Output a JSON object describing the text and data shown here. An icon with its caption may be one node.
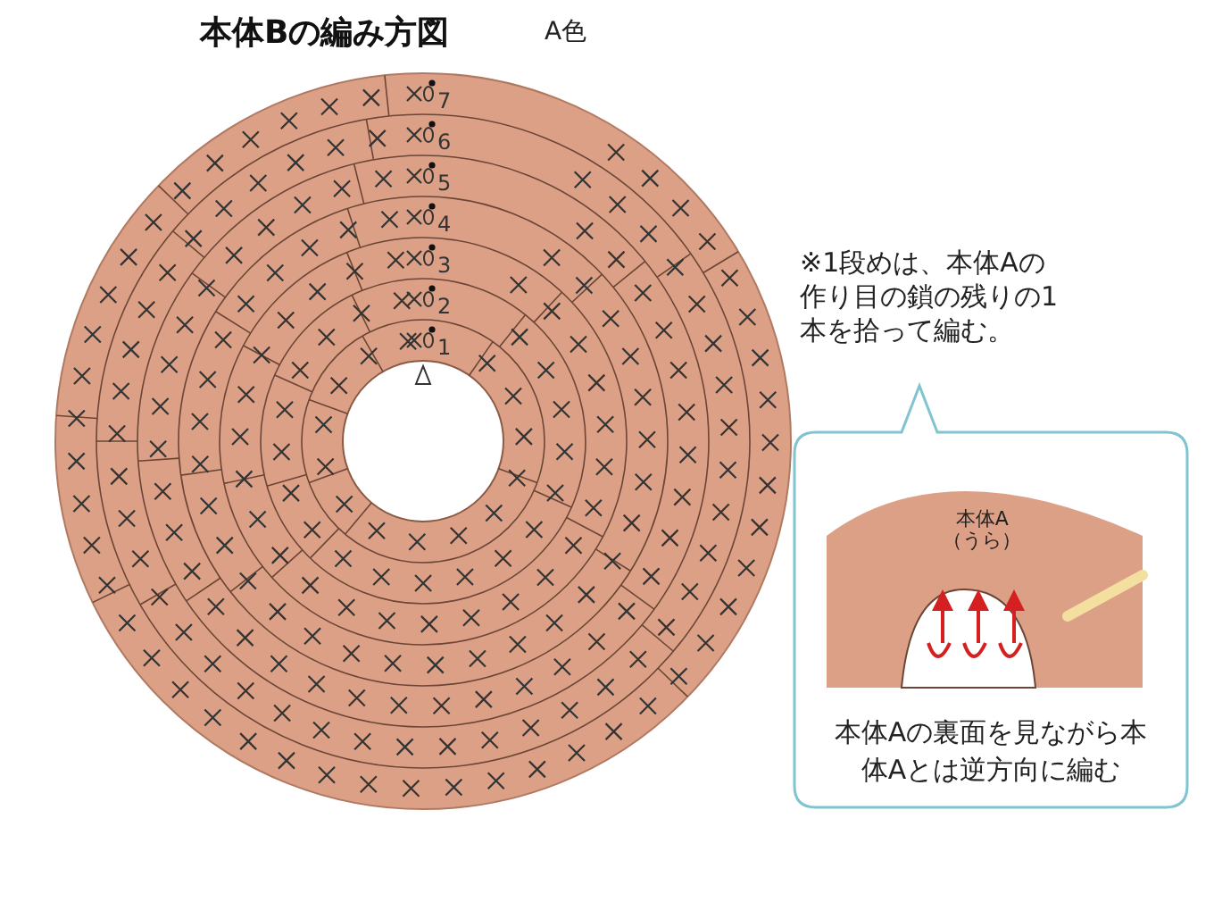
{
  "diagram": {
    "title": "本体Bの編み方図",
    "labels": [
      "A色",
      "7",
      "6",
      "5",
      "4",
      "3",
      "2",
      "1",
      "※1段めは、本体Aの作り目の鎖の残りの1本を拾って編む。",
      "本体A（うら）",
      "本体Aの裏面を見ながら本体Aとは逆方向に編む"
    ]
  }
}
